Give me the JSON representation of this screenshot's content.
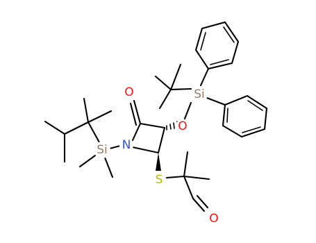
{
  "diagram": {
    "atoms": {
      "O_carbonyl": {
        "label": "O",
        "color": "#ff0d0d"
      },
      "N": {
        "label": "N",
        "color": "#3050f8"
      },
      "Si_N": {
        "label": "Si",
        "color": "#9a7a66"
      },
      "O_ether": {
        "label": "O",
        "color": "#ff0d0d"
      },
      "Si_O": {
        "label": "Si",
        "color": "#9a7a66"
      },
      "S": {
        "label": "S",
        "color": "#b8b800"
      },
      "O_aldehyde": {
        "label": "O",
        "color": "#ff0d0d"
      }
    }
  }
}
